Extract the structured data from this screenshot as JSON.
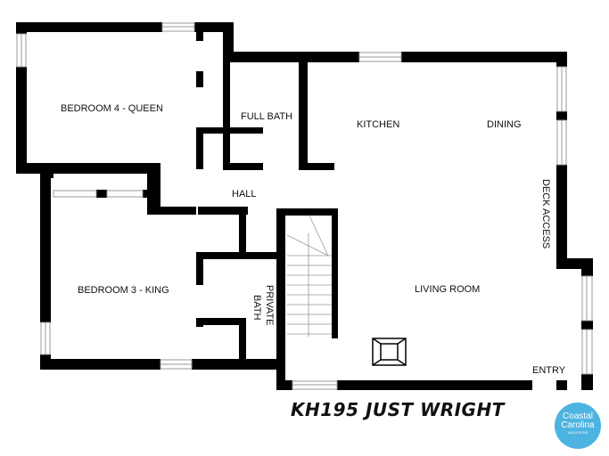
{
  "title": "KH195 JUST WRIGHT",
  "rooms": {
    "bedroom4": "BEDROOM 4 - QUEEN",
    "full_bath": "FULL BATH",
    "kitchen": "KITCHEN",
    "dining": "DINING",
    "hall": "HALL",
    "deck_access": "DECK ACCESS",
    "bedroom3": "BEDROOM 3 - KING",
    "private": "PRIVATE",
    "bath": "BATH",
    "living_room": "LIVING ROOM",
    "entry": "ENTRY"
  },
  "logo": {
    "line1": "Coastal",
    "line2": "Carolina",
    "line3": "VACATIONS",
    "color": "#4db3e0"
  },
  "colors": {
    "wall": "#000000",
    "background": "#ffffff"
  }
}
